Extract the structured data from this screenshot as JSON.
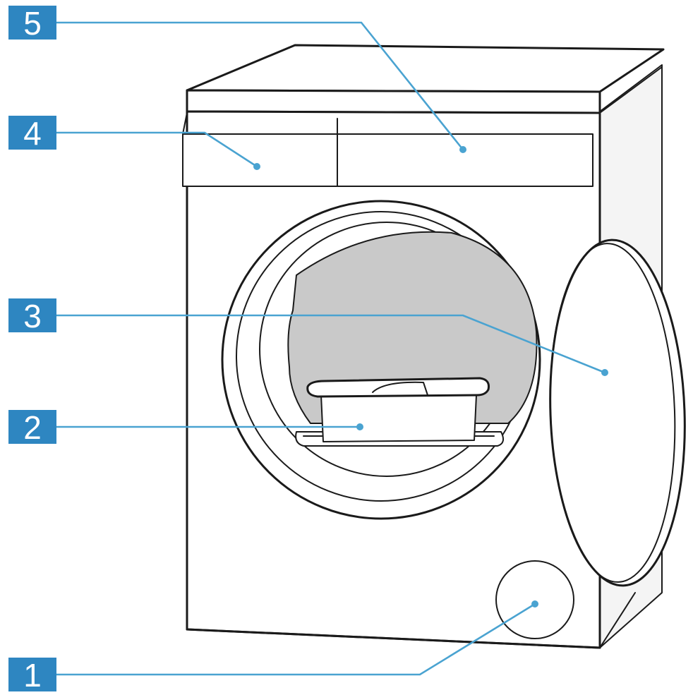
{
  "colors": {
    "badge": "#2e86c1",
    "leader": "#4aa3d1",
    "drum": "#c9c9c9",
    "side_panel": "#f4f4f4"
  },
  "callouts": [
    {
      "label": "5",
      "target": "control-panel-right"
    },
    {
      "label": "4",
      "target": "water-tank-drawer"
    },
    {
      "label": "3",
      "target": "open-door"
    },
    {
      "label": "2",
      "target": "fluff-filter"
    },
    {
      "label": "1",
      "target": "heat-exchanger-cover"
    }
  ]
}
